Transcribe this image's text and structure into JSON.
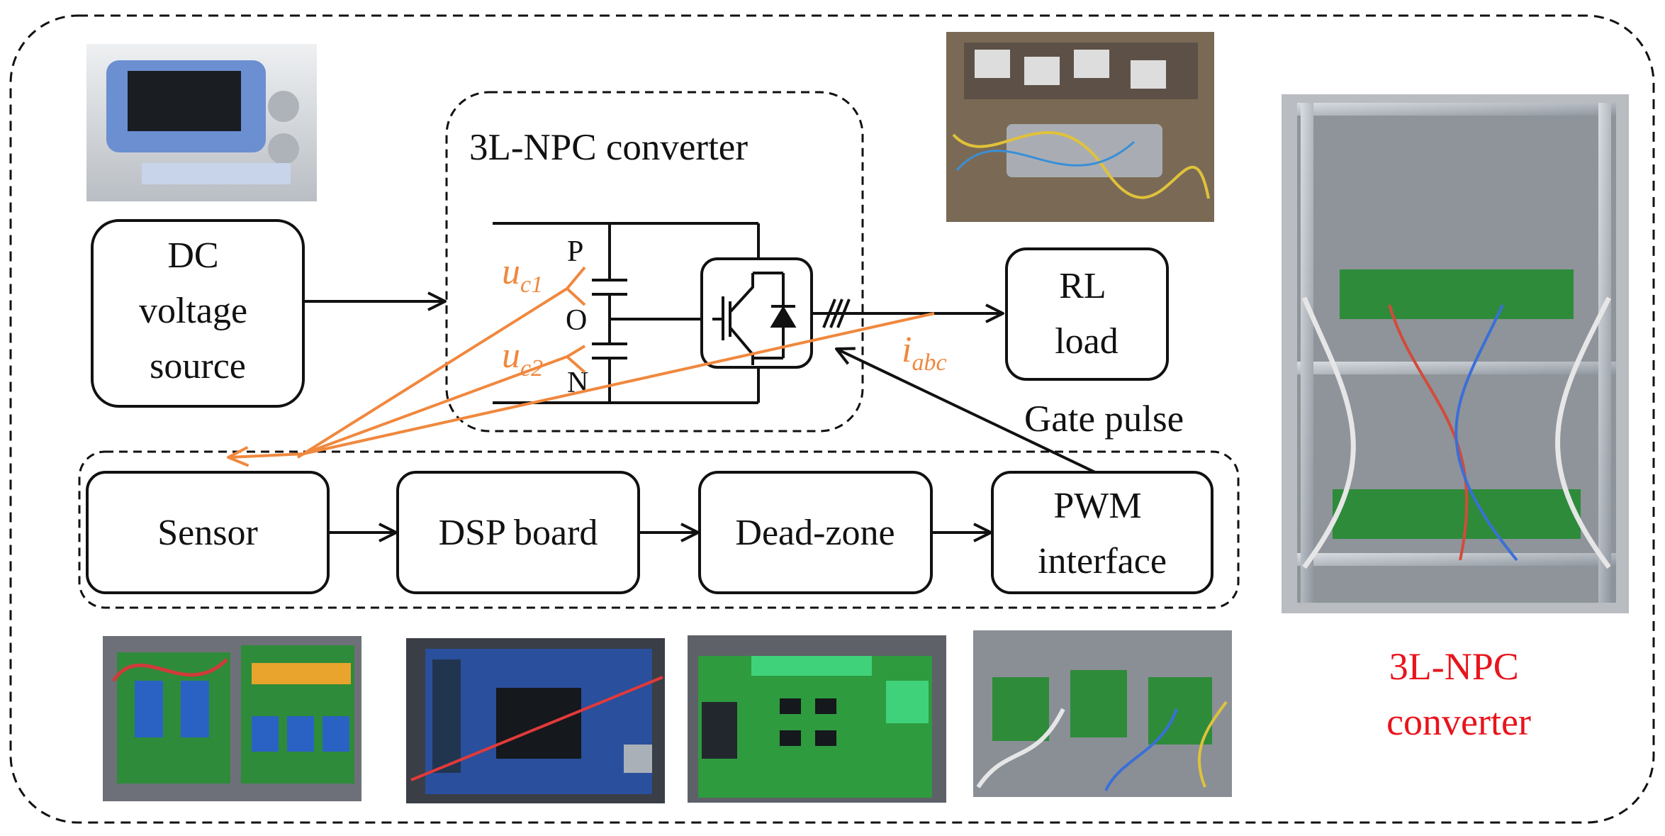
{
  "blocks": {
    "dc_source": [
      "DC",
      "voltage",
      "source"
    ],
    "rl_load": [
      "RL",
      "load"
    ],
    "sensor": "Sensor",
    "dsp": "DSP board",
    "deadzone": "Dead-zone",
    "pwm": [
      "PWM",
      "interface"
    ]
  },
  "converter": {
    "title": "3L-NPC converter",
    "nodes": {
      "p": "P",
      "o": "O",
      "n": "N"
    }
  },
  "signals": {
    "uc1_base": "u",
    "uc1_sub": "c1",
    "uc2_base": "u",
    "uc2_sub": "c2",
    "iabc_base": "i",
    "iabc_sub": "abc",
    "gate_pulse": "Gate pulse"
  },
  "caption": [
    "3L-NPC",
    "converter"
  ],
  "colors": {
    "signal": "#f0883e",
    "caption": "#e8141b",
    "line": "#111111",
    "photo_metal": "#c9cdd2",
    "photo_pcb": "#2e8b3a",
    "photo_board": "#2a4f9c"
  }
}
